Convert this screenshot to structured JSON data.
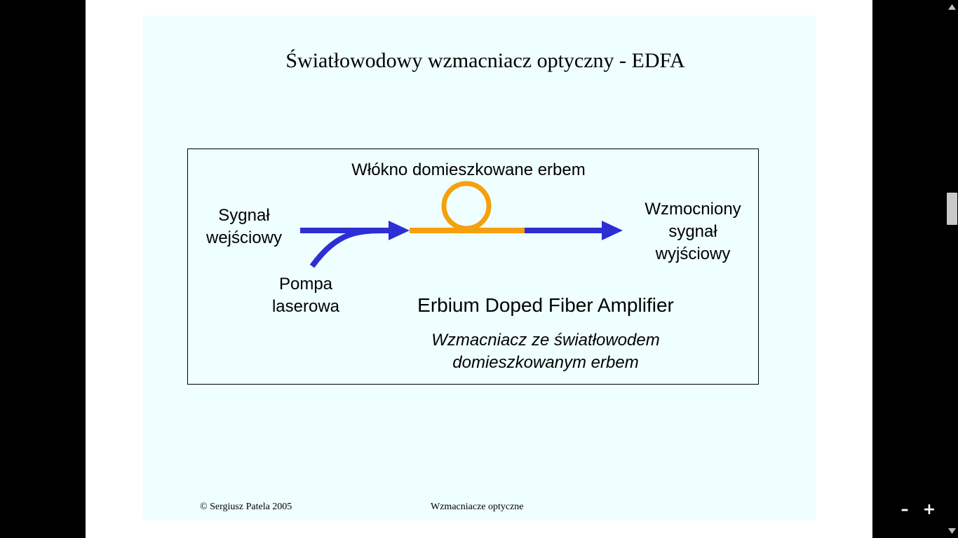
{
  "slide": {
    "title": "Światłowodowy wzmacniacz optyczny - EDFA",
    "footer_left": "© Sergiusz Patela 2005",
    "footer_center": "Wzmacniacze optyczne"
  },
  "diagram": {
    "fiber_label": "Włókno domieszkowane erbem",
    "input_label_line1": "Sygnał",
    "input_label_line2": "wejściowy",
    "output_label_line1": "Wzmocniony",
    "output_label_line2": "sygnał",
    "output_label_line3": "wyjściowy",
    "pump_label_line1": "Pompa",
    "pump_label_line2": "laserowa",
    "english_name": "Erbium Doped Fiber Amplifier",
    "polish_desc_line1": "Wzmacniacz ze światłowodem",
    "polish_desc_line2": "domieszkowanym erbem",
    "colors": {
      "signal": "#2b2fd4",
      "fiber": "#f5a00f"
    }
  },
  "viewer": {
    "zoom_out_label": "–",
    "zoom_in_label": "+",
    "icons": [
      "scroll-up-arrow-icon",
      "scroll-down-arrow-icon"
    ]
  }
}
